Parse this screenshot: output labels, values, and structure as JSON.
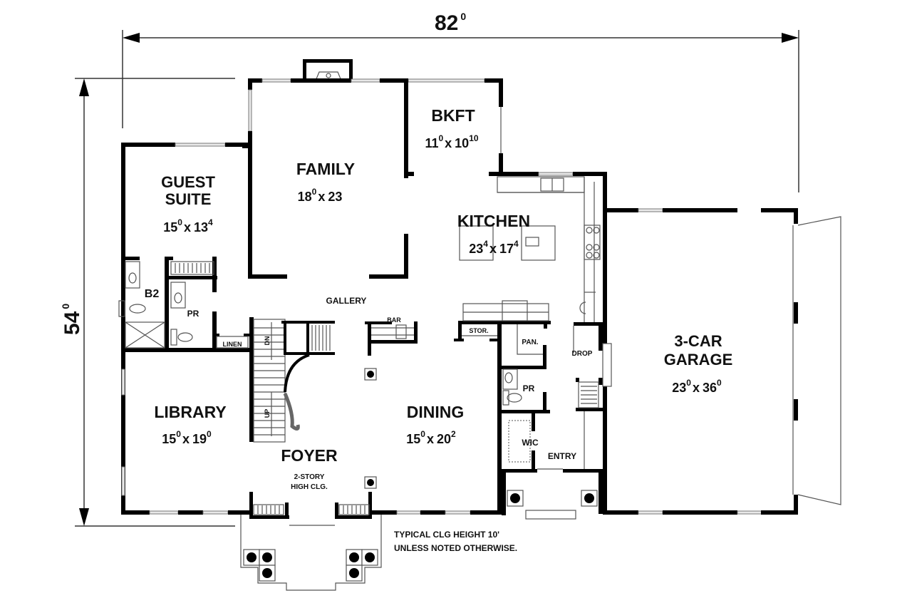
{
  "dimensions": {
    "width": {
      "main": "82",
      "sup": "0"
    },
    "depth": {
      "main": "54",
      "sup": "0"
    }
  },
  "rooms": [
    {
      "id": "guest-suite",
      "name_line1": "GUEST",
      "name_line2": "SUITE",
      "size": {
        "w": "15",
        "w_sup": "0",
        "h": "13",
        "h_sup": "4"
      }
    },
    {
      "id": "family",
      "name": "FAMILY",
      "size": {
        "w": "18",
        "w_sup": "0",
        "h": "23",
        "h_sup": ""
      }
    },
    {
      "id": "bkft",
      "name": "BKFT",
      "size": {
        "w": "11",
        "w_sup": "0",
        "h": "10",
        "h_sup": "10"
      }
    },
    {
      "id": "kitchen",
      "name": "KITCHEN",
      "size": {
        "w": "23",
        "w_sup": "4",
        "h": "17",
        "h_sup": "4"
      }
    },
    {
      "id": "library",
      "name": "LIBRARY",
      "size": {
        "w": "15",
        "w_sup": "0",
        "h": "19",
        "h_sup": "0"
      }
    },
    {
      "id": "foyer",
      "name": "FOYER",
      "note_line1": "2-STORY",
      "note_line2": "HIGH CLG."
    },
    {
      "id": "dining",
      "name": "DINING",
      "size": {
        "w": "15",
        "w_sup": "0",
        "h": "20",
        "h_sup": "2"
      }
    },
    {
      "id": "garage",
      "name_line1": "3-CAR",
      "name_line2": "GARAGE",
      "size": {
        "w": "23",
        "w_sup": "0",
        "h": "36",
        "h_sup": "0"
      }
    }
  ],
  "labels": {
    "b2": "B2",
    "pr_left": "PR",
    "linen": "LINEN",
    "gallery": "GALLERY",
    "bar": "BAR",
    "stor": "STOR.",
    "pan": "PAN.",
    "drop": "DROP",
    "pr_right": "PR",
    "wic": "WIC",
    "entry": "ENTRY",
    "stair_dn": "DN",
    "stair_up": "UP",
    "size_separator": "x"
  },
  "notes": {
    "line1": "TYPICAL CLG HEIGHT 10'",
    "line2": "UNLESS NOTED OTHERWISE."
  },
  "colors": {
    "wall": "#000000",
    "background": "#ffffff",
    "fixture": "#555555",
    "window": "#e8e8e8"
  }
}
